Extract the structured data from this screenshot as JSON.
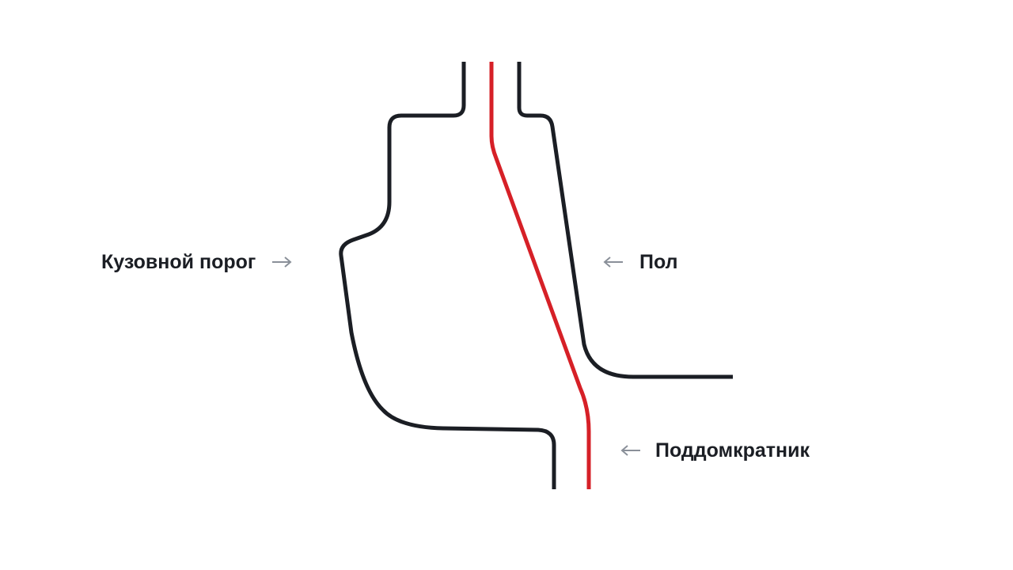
{
  "labels": {
    "body_sill": "Кузовной порог",
    "floor": "Пол",
    "jack_pad": "Поддомкратник"
  },
  "icons": {
    "pointer_right": "arrow-right-icon",
    "pointer_left": "arrow-left-icon"
  },
  "colors": {
    "profile_line": "#1b1e24",
    "jack_pad_line": "#d62027",
    "pointer_arrow": "#8a9099",
    "label_text": "#1b1e24"
  }
}
